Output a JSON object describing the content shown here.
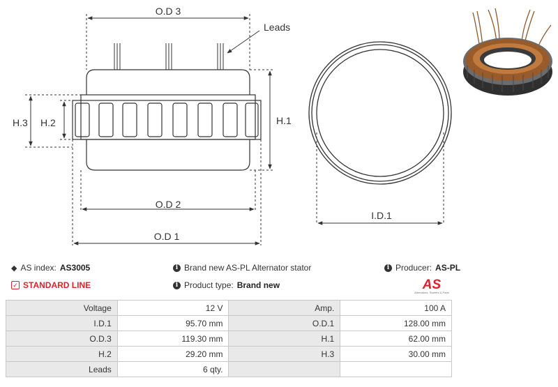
{
  "diagram": {
    "labels": {
      "od3": "O.D 3",
      "od2": "O.D 2",
      "od1": "O.D 1",
      "leads": "Leads",
      "h1": "H.1",
      "h2": "H.2",
      "h3": "H.3",
      "id1": "I.D.1"
    }
  },
  "info": {
    "as_index_label": "AS index:",
    "as_index_value": "AS3005",
    "description": "Brand new AS-PL Alternator stator",
    "producer_label": "Producer:",
    "producer_value": "AS-PL",
    "standard_line": "STANDARD LINE",
    "product_type_label": "Product type:",
    "product_type_value": "Brand new",
    "logo_text": "AS",
    "logo_tagline": "Alternators, Starters & Parts"
  },
  "colors": {
    "accent_red": "#d9232d",
    "label_cell_bg": "#e9e9e9"
  },
  "specs": {
    "rows": [
      [
        "Voltage",
        "12 V",
        "Amp.",
        "100 A"
      ],
      [
        "I.D.1",
        "95.70 mm",
        "O.D.1",
        "128.00 mm"
      ],
      [
        "O.D.3",
        "119.30 mm",
        "H.1",
        "62.00 mm"
      ],
      [
        "H.2",
        "29.20 mm",
        "H.3",
        "30.00 mm"
      ],
      [
        "Leads",
        "6 qty.",
        "",
        ""
      ]
    ]
  }
}
